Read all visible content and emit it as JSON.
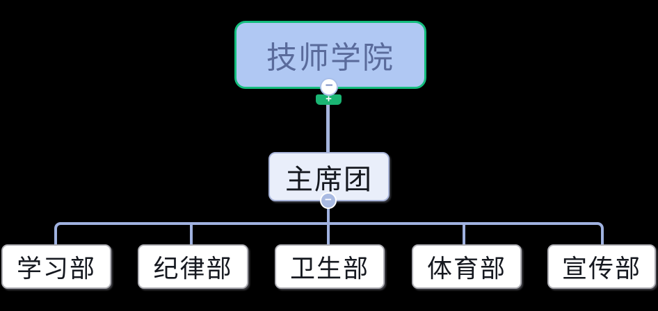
{
  "app": {
    "description": "mind map organization chart canvas"
  },
  "colors": {
    "background": "#000000",
    "connector": "#a0b2e0",
    "root_fill": "#b0c8f3",
    "root_selection_border": "#14bd7d",
    "root_text": "#5a6b9b",
    "branch_fill": "#e9eefa",
    "branch_border": "#a7b3d8",
    "leaf_fill": "#ffffff",
    "leaf_border": "#b0b0b6",
    "node_text": "#15181f",
    "add_badge_green": "#1ab573"
  },
  "nodes": {
    "root": {
      "label": "技师学院"
    },
    "branch": {
      "label": "主席团"
    },
    "leaves": [
      {
        "label": "学习部"
      },
      {
        "label": "纪律部"
      },
      {
        "label": "卫生部"
      },
      {
        "label": "体育部"
      },
      {
        "label": "宣传部"
      }
    ]
  },
  "icons": {
    "collapse_root_glyph": "−",
    "add_child_glyph": "+",
    "collapse_branch_glyph": "−"
  }
}
